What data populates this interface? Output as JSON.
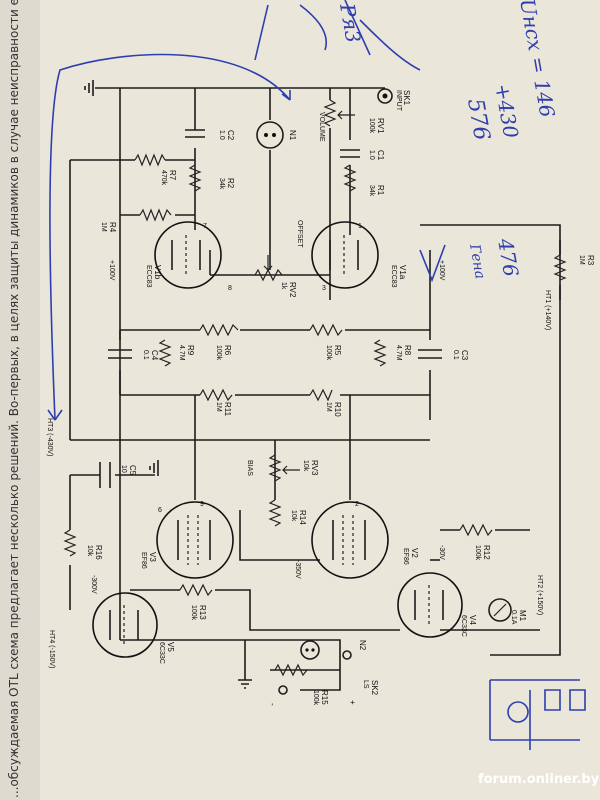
{
  "side_text": "...обсуждаемая  OTL схема предлагает несколько решений. Во-первых, в целях защиты динамиков в случае неисправности ей",
  "watermark": "forum.onliner.by",
  "handwriting": {
    "top_sum": "Uнсх = 146",
    "plus": "+430",
    "result": "576",
    "mark": "Ря3",
    "mid": "476",
    "mid2": "Гена"
  },
  "labels": {
    "sk1": "SK1",
    "input": "INPUT",
    "rv1": "RV1",
    "rv1_val": "100k",
    "volume": "VOLUME",
    "c1": "C1",
    "c1_val": "1.0",
    "r1": "R1",
    "r1_val": "34k",
    "v1a": "V1a",
    "v1a_type": "ECC83",
    "v1b": "V1b",
    "v1b_type": "ECC83",
    "n1": "N1",
    "c2": "C2",
    "c2_val": "1.0",
    "r2": "R2",
    "r2_val": "34k",
    "r7": "R7",
    "r7_val": "470k",
    "r4": "R4",
    "r4_val": "1M",
    "offset": "OFFSET",
    "rv2": "RV2",
    "rv2_val": "1k",
    "plus100": "+100V",
    "r3": "R3",
    "r3_val": "1M",
    "ht1": "HT1 (+140V)",
    "c3": "C3",
    "c3_val": "0.1",
    "c4": "C4",
    "c4_val": "0.1",
    "r5": "R5",
    "r5_val": "100k",
    "r6": "R6",
    "r6_val": "100k",
    "r8": "R8",
    "r8_val": "4.7M",
    "r9": "R9",
    "r9_val": "4.7M",
    "r10": "R10",
    "r10_val": "1M",
    "r11": "R11",
    "r11_val": "1M",
    "ht3": "HT3 (-430V)",
    "c5": "C5",
    "c5_val": "10",
    "rv3": "RV3",
    "rv3_val": "10k",
    "bias": "BIAS",
    "r14": "R14",
    "r14_val": "10k",
    "minus350": "-350V",
    "v2": "V2",
    "v2_type": "EF86",
    "v3": "V3",
    "v3_type": "EF86",
    "r12": "R12",
    "r12_val": "100k",
    "r13": "R13",
    "r13_val": "100k",
    "r16": "R16",
    "r16_val": "10k",
    "minus300": "-300V",
    "minus30": "-30V",
    "ht2": "HT2 (+150V)",
    "m1": "M1",
    "m1_val": "0.1A",
    "v4": "V4",
    "v4_type": "6C33C",
    "v5": "V5",
    "v5_type": "6C33C",
    "ht4": "HT4 (-150V)",
    "n2": "N2",
    "sk2": "SK2",
    "ls": "LS",
    "r15": "R15",
    "r15_val": "100k",
    "plus_sign": "+",
    "minus_sign": "-",
    "pin1": "1",
    "pin2": "2",
    "pin3": "3",
    "pin6": "6",
    "pin7": "7",
    "pin8": "8",
    "pin9": "9"
  }
}
